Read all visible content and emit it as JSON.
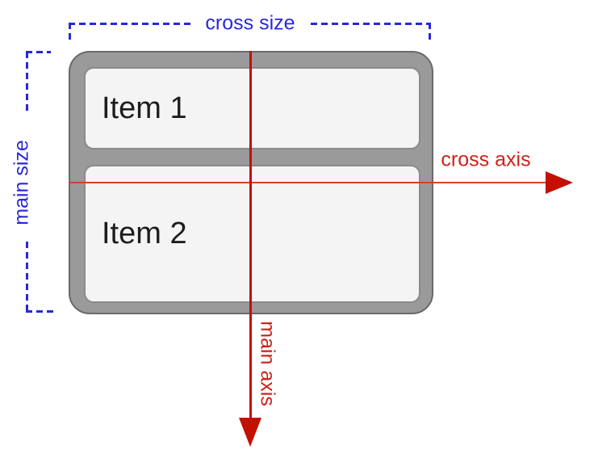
{
  "diagram": {
    "kind": "flexbox-axes-diagram",
    "labels": {
      "cross_size": "cross size",
      "main_size": "main size",
      "cross_axis": "cross axis",
      "main_axis": "main axis"
    },
    "items": [
      {
        "label": "Item 1"
      },
      {
        "label": "Item 2"
      }
    ],
    "colors": {
      "blue": "#2828dd",
      "red_line": "#c41000",
      "red_line_soft": "#d2412f",
      "red_text": "#cc221a",
      "container_fill": "#9a9a9a",
      "container_border": "#696969",
      "item_fill": "#f4f4f4",
      "item_border": "#8a8a8a",
      "item_text": "#1d1d1d",
      "bg": "#ffffff"
    }
  }
}
